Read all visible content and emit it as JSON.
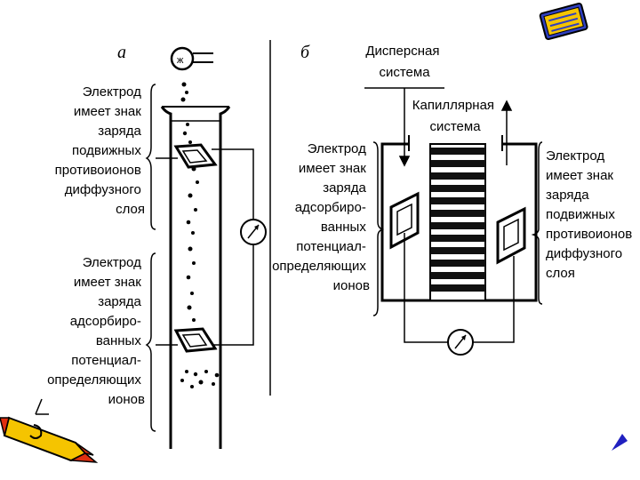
{
  "panel_a": {
    "letter": "а",
    "label_top": [
      "Электрод",
      "имеет знак",
      "заряда",
      "подвижных",
      "противоионов",
      "диффузного",
      "слоя"
    ],
    "label_bottom": [
      "Электрод",
      "имеет знак",
      "заряда",
      "адсорбиро-",
      "ванных",
      "потенциал-",
      "определяющих",
      "ионов"
    ]
  },
  "panel_b": {
    "letter": "б",
    "disperse_system": [
      "Дисперсная",
      "система"
    ],
    "capillary_system": [
      "Капиллярная",
      "система"
    ],
    "label_left": [
      "Электрод",
      "имеет знак",
      "заряда",
      "адсорбиро-",
      "ванных",
      "потенциал-",
      "определяющих",
      "ионов"
    ],
    "label_right": [
      "Электрод",
      "имеет знак",
      "заряда",
      "подвижных",
      "противоионов",
      "диффузного",
      "слоя"
    ]
  },
  "colors": {
    "ink": "#000000",
    "pencil_body": "#f5c400",
    "pencil_accent": "#e03010",
    "notebook": "#3040c0",
    "accent_blue": "#2020c0"
  },
  "icons": [
    "notebook-clipart-icon",
    "pencil-clipart-icon",
    "blue-pen-tip-icon",
    "galvanometer-icon"
  ]
}
